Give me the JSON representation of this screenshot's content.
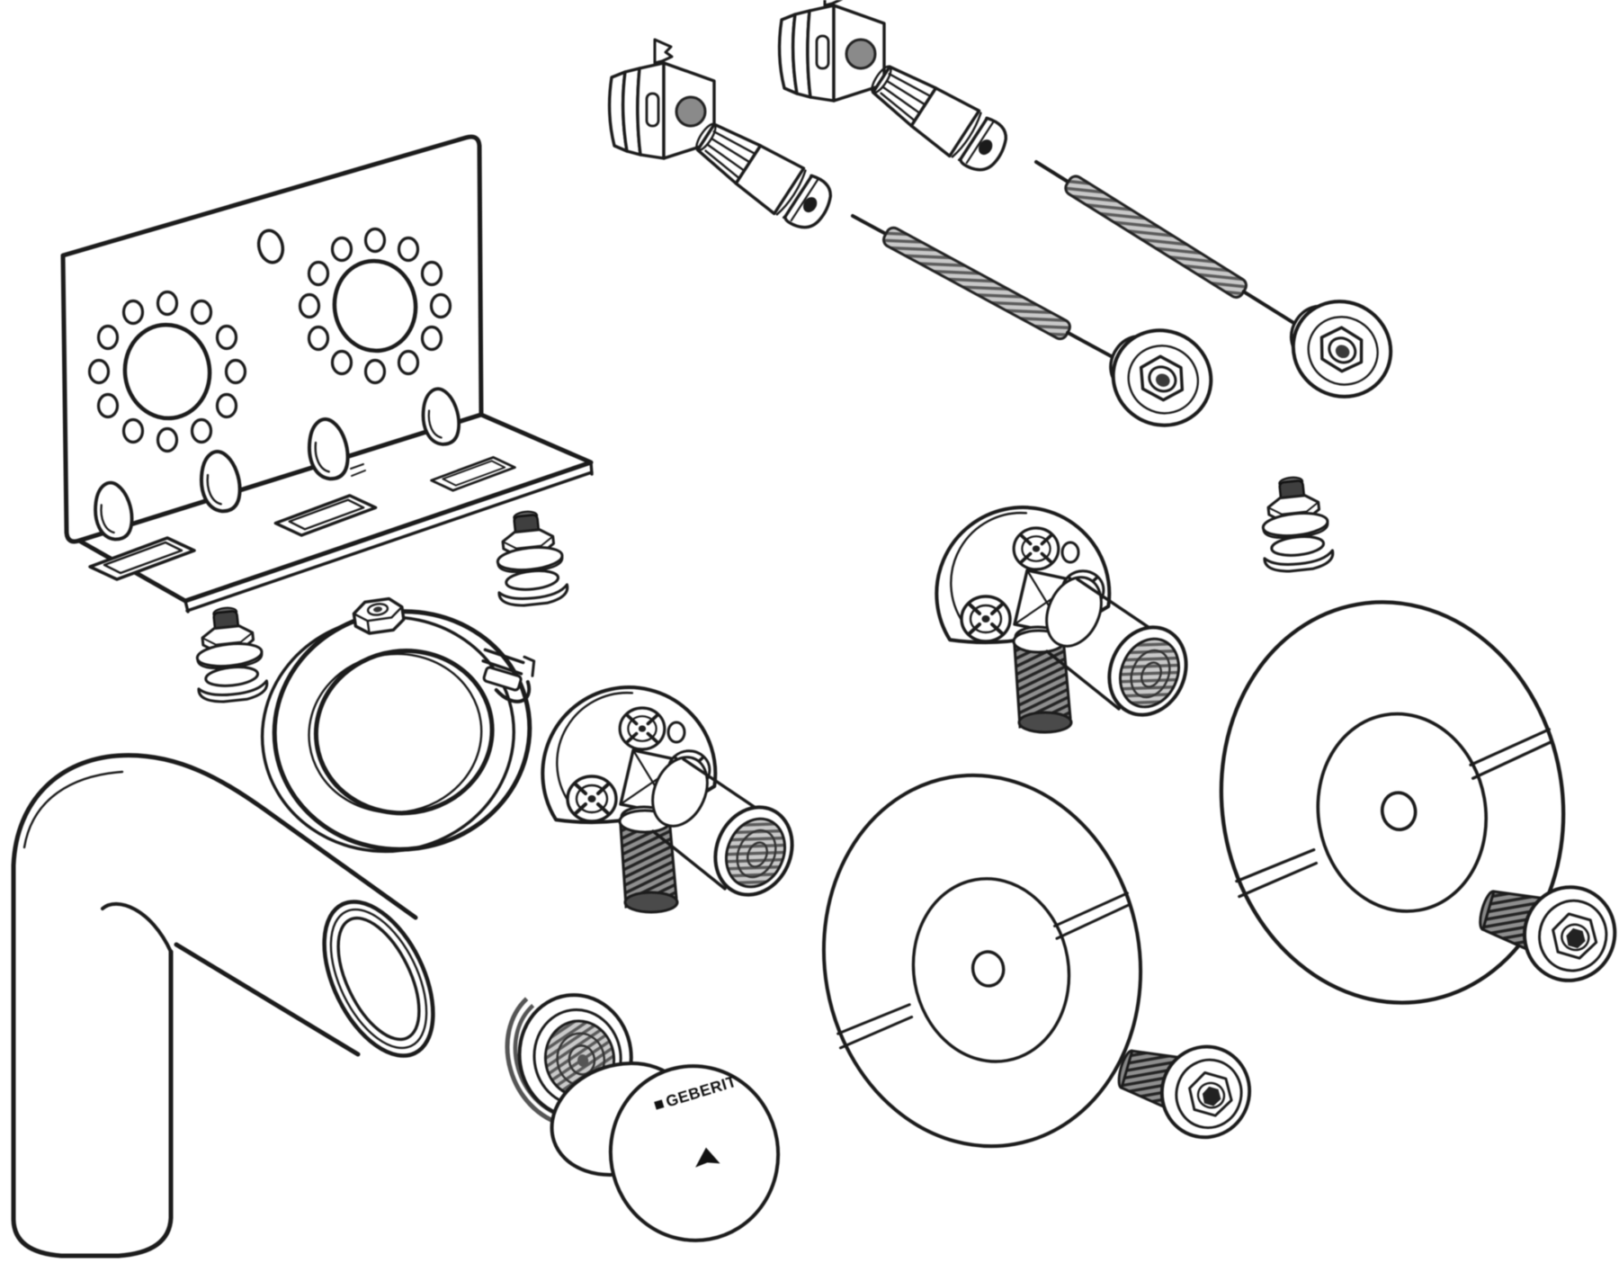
{
  "diagram": {
    "kind": "exploded-parts-line-drawing",
    "background_color": "#ffffff",
    "line_color": "#1b1b1b",
    "shade_gray": "#8a8a8a",
    "dark_fill": "#3a3a3a",
    "cap": {
      "logo_text": "GEBERIT"
    },
    "parts": [
      {
        "name": "mounting-plate",
        "count": 1
      },
      {
        "name": "fixing-clip",
        "count": 2
      },
      {
        "name": "spindle-adapter",
        "count": 2
      },
      {
        "name": "threaded-rod",
        "count": 2
      },
      {
        "name": "rod-flange-nut",
        "count": 2
      },
      {
        "name": "flanged-nut",
        "count": 3
      },
      {
        "name": "pipe-clamp",
        "count": 1
      },
      {
        "name": "angle-valve",
        "count": 2
      },
      {
        "name": "elbow-pipe",
        "count": 1
      },
      {
        "name": "threaded-bushing",
        "count": 1
      },
      {
        "name": "protective-cap",
        "count": 1
      },
      {
        "name": "cover-plate",
        "count": 2
      },
      {
        "name": "sealing-plug",
        "count": 2
      }
    ]
  }
}
